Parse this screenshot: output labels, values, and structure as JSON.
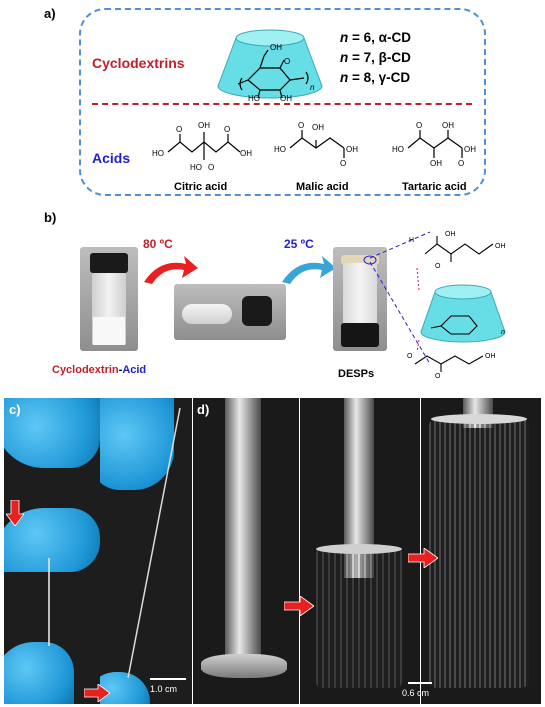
{
  "panel_a": {
    "label": "a)",
    "cyclodextrins_title": "Cyclodextrins",
    "acids_title": "Acids",
    "cd_lines": [
      {
        "n": "n",
        "rest": " = 6, α-CD"
      },
      {
        "n": "n",
        "rest": " = 7, β-CD"
      },
      {
        "n": "n",
        "rest": " = 8, γ-CD"
      }
    ],
    "cd_sub_n": "n",
    "acids": [
      "Citric acid",
      "Malic acid",
      "Tartaric acid"
    ]
  },
  "panel_b": {
    "label": "b)",
    "temp1": "80 ºC",
    "temp2": "25 ºC",
    "vial_label_cd": "Cyclodextrin",
    "vial_label_dash": "-",
    "vial_label_acid": "Acid",
    "desps_label": "DESPs",
    "sub_n": "n"
  },
  "panel_c": {
    "label": "c)",
    "scale": "1.0 cm"
  },
  "panel_d": {
    "label": "d)",
    "scale": "0.6 cm"
  },
  "colors": {
    "red": "#c0202a",
    "blue": "#2020d0",
    "cd_cyan": "#67dde6",
    "dash_blue": "#4f8fd8"
  }
}
